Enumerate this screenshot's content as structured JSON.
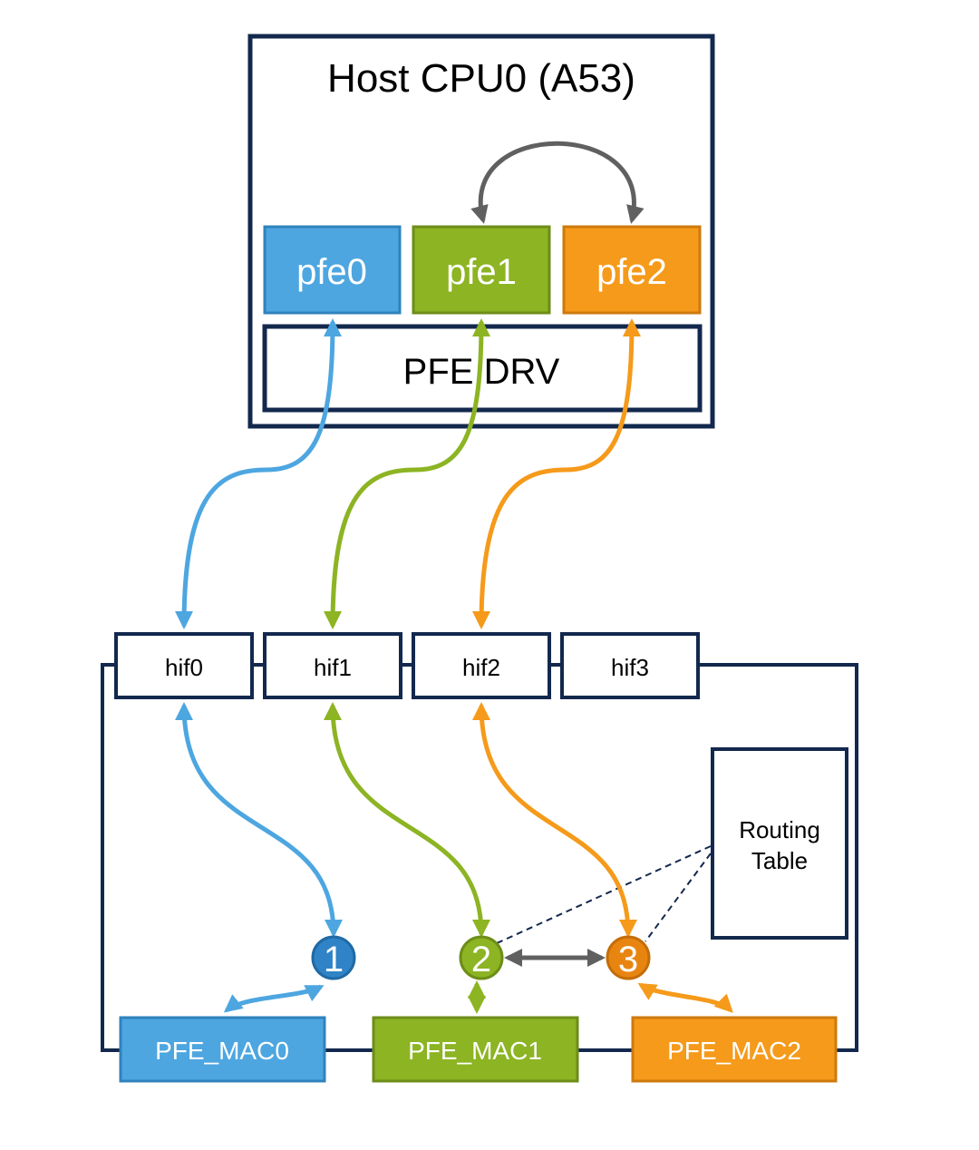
{
  "host": {
    "title": "Host CPU0 (A53)",
    "driver": "PFE DRV"
  },
  "interfaces": [
    {
      "label": "pfe0",
      "color": "#4da6e0"
    },
    {
      "label": "pfe1",
      "color": "#8cb423"
    },
    {
      "label": "pfe2",
      "color": "#f59a1a"
    }
  ],
  "hifs": [
    "hif0",
    "hif1",
    "hif2",
    "hif3"
  ],
  "routing_table": {
    "line1": "Routing",
    "line2": "Table"
  },
  "nodes": [
    "1",
    "2",
    "3"
  ],
  "macs": [
    "PFE_MAC0",
    "PFE_MAC1",
    "PFE_MAC2"
  ],
  "colors": {
    "outline": "#13284d",
    "blue": "#4da6e0",
    "green": "#8cb423",
    "orange": "#f59a1a",
    "gray": "#606060"
  }
}
